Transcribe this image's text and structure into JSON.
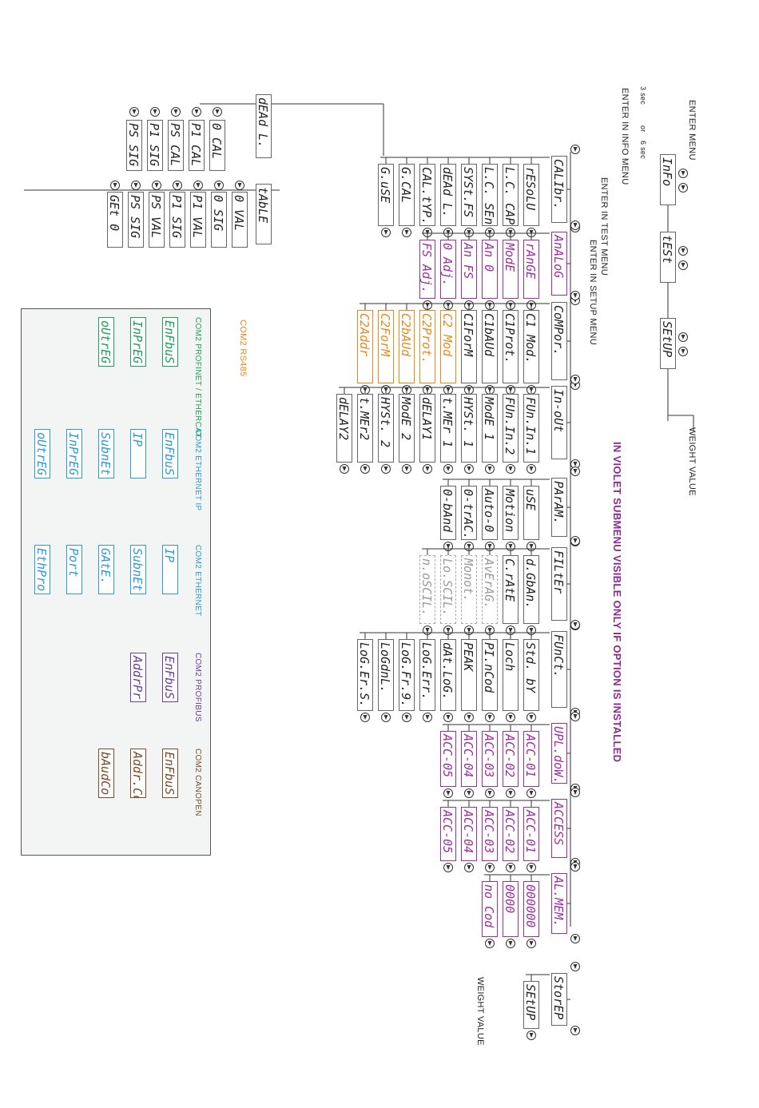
{
  "labels": {
    "enter_menu": "ENTER MENU",
    "enter_info": "ENTER IN INFO MENU",
    "enter_test": "ENTER IN TEST MENU",
    "enter_setup": "ENTER IN SETUP MENU",
    "weight_value_top": "WEIGHT VALUE",
    "weight_value_bottom": "WEIGHT VALUE",
    "violet_note": "IN VIOLET SUBMENU VISIBLE ONLY IF OPTION IS INSTALLED",
    "timing_3sec": "3 sec",
    "timing_or": "or",
    "timing_6sec": "6 sec",
    "com2_rs485": "COM2 RS485"
  },
  "top_menu": [
    "InFo",
    "tESt",
    "SEtUP"
  ],
  "setup_columns": [
    {
      "head": "CALIbr.",
      "color": "",
      "items": [
        "rESoLU",
        "L.C. CAP.",
        "L.C. SEn.",
        "SYSt.FS",
        "dEAd L.",
        "CAL.tYP.",
        "G.CAL",
        "G.uSE"
      ]
    },
    {
      "head": "AnALoG",
      "color": "violet",
      "items": [
        "rAnGE",
        "ModE",
        "An 0",
        "An FS",
        "0 Adj.",
        "FS Adj."
      ]
    },
    {
      "head": "CoMPor.",
      "color": "",
      "items": [
        "C1 Mod.",
        "C1Prot.",
        "C1bAUd",
        "C1ForM",
        "C2 Mod",
        "C2Prot.",
        "C2bAUd",
        "C2ForM",
        "C2Addr"
      ]
    },
    {
      "head": "In-oUt",
      "color": "",
      "items": [
        "FUn.In.1",
        "FUn.In.2",
        "ModE 1",
        "HYSt. 1",
        "t.MEr 1",
        "dELAY1",
        "ModE 2",
        "HYSt. 2",
        "t.MEr2",
        "dELAY2"
      ]
    },
    {
      "head": "PArAM.",
      "color": "",
      "items": [
        "uSE",
        "Motion",
        "Auto-0",
        "0-trAC.",
        "0-bAnd"
      ]
    },
    {
      "head": "FILtEr",
      "color": "",
      "items": [
        "d.GbAn.",
        "C.rAtE",
        "AvErAG.",
        "Monot.",
        "Lo.SCIL.",
        "n.oSCIL."
      ]
    },
    {
      "head": "FUnCt.",
      "color": "",
      "items": [
        "Std. bY",
        "Loch",
        "PI.nCod",
        "PEAK",
        "dAt.LoG.",
        "LoG.Err.",
        "LoG.Fr.9.",
        "LoGdnL.",
        "LoG.Er.S."
      ]
    },
    {
      "head": "UPL.doW.",
      "color": "violet",
      "items": [
        "ACC-01",
        "ACC-02",
        "ACC-03",
        "ACC-04",
        "ACC-05"
      ]
    },
    {
      "head": "ACCESS",
      "color": "violet",
      "items": [
        "ACC-01",
        "ACC-02",
        "ACC-03",
        "ACC-04",
        "ACC-05"
      ]
    },
    {
      "head": "AL.MEM.",
      "color": "violet",
      "items": [
        "000000",
        "0000",
        "no Cod"
      ]
    },
    {
      "head": "StorEP",
      "color": "",
      "items": [
        "SEtUP"
      ]
    }
  ],
  "dead_load": {
    "head": "dEAd L.",
    "items": [
      "0 CAL",
      "P1 CAL",
      "PS CAL",
      "P1 SIG",
      "PS SIG"
    ]
  },
  "table": {
    "head": "tAbLE",
    "items": [
      "0 VAL",
      "0 SIG",
      "P1 VAL",
      "P1 SIG",
      "PS VAL",
      "PS SIG",
      "GEt 0"
    ]
  },
  "com_panel": {
    "headers": [
      "COM2 PROFINET / ETHERCAT",
      "COM2 ETHERNET IP",
      "COM2 ETHERNET",
      "COM2 PROFIBUS",
      "COM2 CANOPEN"
    ],
    "columns": [
      [
        "EnFbuS",
        "InPrEG.",
        "oUtrEG."
      ],
      [
        "EnFbuS",
        "IP",
        "SubnEt",
        "InPrEG.",
        "oUtrEG."
      ],
      [
        "IP",
        "SubnEt",
        "GAtE.",
        "Port",
        "EthPro."
      ],
      [
        "EnFbuS",
        "AddrPr"
      ],
      [
        "EnFbuS",
        "Addr.Co",
        "bAudCo."
      ]
    ]
  }
}
